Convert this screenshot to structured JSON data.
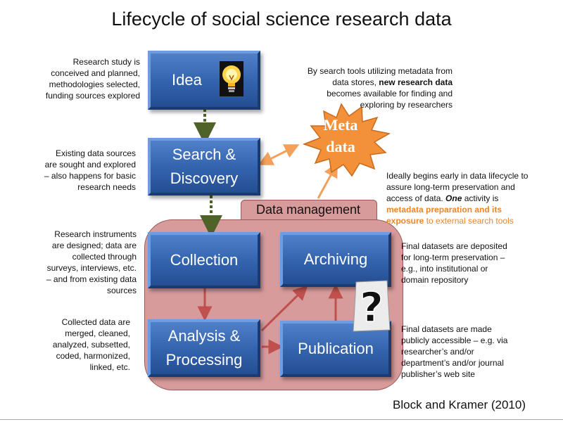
{
  "title": "Lifecycle of social science research data",
  "boxes": {
    "idea": "Idea",
    "search_line1": "Search &",
    "search_line2": "Discovery",
    "collection": "Collection",
    "analysis_line1": "Analysis &",
    "analysis_line2": "Processing",
    "archiving": "Archiving",
    "publication": "Publication"
  },
  "metadata_line1": "Meta",
  "metadata_line2": "data",
  "data_management_label": "Data management",
  "notes": {
    "idea": [
      "Research study is",
      "conceived and planned,",
      "methodologies selected,",
      "funding sources explored"
    ],
    "search": [
      "Existing data sources",
      "are sought and explored",
      "– also happens for basic",
      "research needs"
    ],
    "collection": [
      "Research instruments",
      "are designed; data are",
      "collected through",
      "surveys, interviews, etc.",
      "– and from existing data",
      "sources"
    ],
    "analysis": [
      "Collected data are",
      "merged, cleaned,",
      "analyzed, subsetted,",
      "coded, harmonized,",
      "linked, etc."
    ],
    "metadata_top": {
      "line1": "By search tools utilizing metadata from",
      "line2_a": "data stores, ",
      "line2_b": "new research data",
      "line3": "becomes available for finding and",
      "line4": "exploring by researchers"
    },
    "data_mgmt": {
      "line1": "Ideally begins early in data lifecycle to",
      "line2": "assure long-term preservation and",
      "line3_a": "access of data.  ",
      "line3_b": "One",
      "line3_c": " activity is",
      "line4": "metadata preparation and its",
      "line5_a": "exposure",
      "line5_b": " to external search tools"
    },
    "archiving": [
      "Final datasets are deposited",
      "for long-term preservation –",
      "e.g., into institutional or",
      "domain repository"
    ],
    "publication": [
      "Final datasets are made",
      "publicly accessible – e.g. via",
      "researcher’s and/or",
      "department’s and/or journal",
      "publisher’s web site"
    ]
  },
  "question_mark": "?",
  "credit": "Block and Kramer (2010)",
  "colors": {
    "box_blue": "#3362ad",
    "region_pink": "#d89b9b",
    "star_orange": "#f2913a",
    "arrow_red": "#c0504d",
    "arrow_green": "#4f6228",
    "accent_orange": "#e8862d"
  },
  "icons": {
    "idea": "lightbulb-icon",
    "publication": "question-mark-icon"
  }
}
